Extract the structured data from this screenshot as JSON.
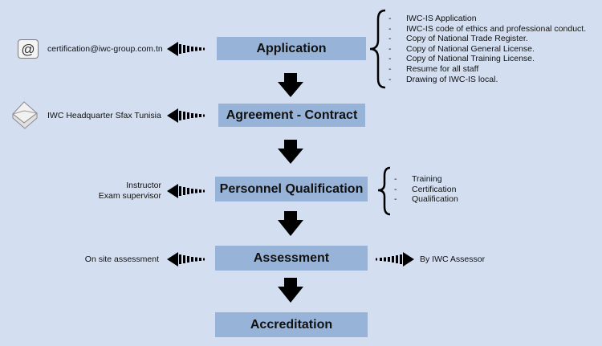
{
  "steps": [
    {
      "label": "Application"
    },
    {
      "label": "Agreement - Contract"
    },
    {
      "label": "Personnel Qualification"
    },
    {
      "label": "Assessment"
    },
    {
      "label": "Accreditation"
    }
  ],
  "application_contact": "certification@iwc-group.com.tn",
  "agreement_contact": "IWC Headquarter Sfax Tunisia",
  "qualification_roles": [
    "Instructor",
    "Exam supervisor"
  ],
  "assessment_left": "On site assessment",
  "assessment_right": "By IWC Assessor",
  "application_items": [
    "IWC-IS Application",
    "IWC-IS code of ethics and professional conduct.",
    "Copy of National Trade Register.",
    "Copy of National General License.",
    "Copy of National Training License.",
    "Resume for all staff",
    "Drawing of IWC-IS local."
  ],
  "qualification_items": [
    "Training",
    "Certification",
    "Qualification"
  ],
  "icons": {
    "email": "at-sign-icon",
    "mail": "envelope-icon"
  },
  "colors": {
    "background": "#d3dff0",
    "box": "#97b3d7",
    "arrow": "#000000"
  }
}
